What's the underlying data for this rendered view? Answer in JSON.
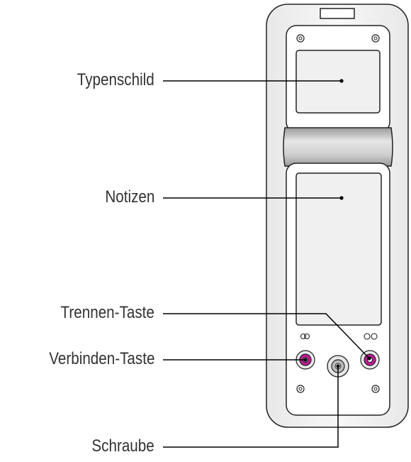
{
  "labels": {
    "typenschild": "Typenschild",
    "notizen": "Notizen",
    "trennen": "Trennen-Taste",
    "verbinden": "Verbinden-Taste",
    "schraube": "Schraube"
  },
  "button_symbols": {
    "left": "ↀ",
    "right": "oo"
  },
  "colors": {
    "button_accent": "#c2189a",
    "outline": "#222222",
    "body_fill": "#f2f2f2",
    "grip_fill": "#cfcfcf"
  }
}
